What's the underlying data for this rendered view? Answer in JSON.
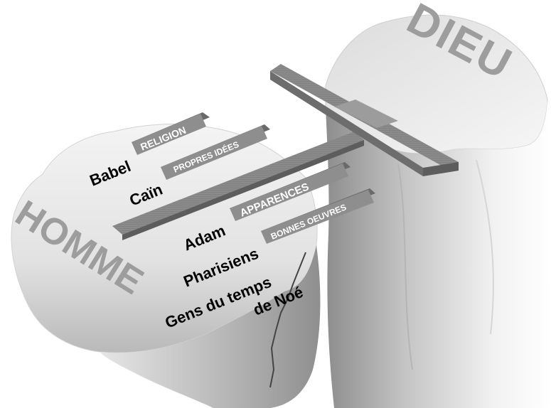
{
  "diagram": {
    "god_label": "DIEU",
    "man_label": "HOMME",
    "bridges": [
      {
        "name": "Babel",
        "attempt": "RELIGION"
      },
      {
        "name": "Caïn",
        "attempt": "PROPRES IDÉES"
      },
      {
        "name": "Adam",
        "attempt": "APPARENCES"
      },
      {
        "name": "Pharisiens",
        "attempt": "BONNES OEUVRES"
      }
    ],
    "extra_names": [
      "Gens du temps",
      "de Noé"
    ]
  },
  "colors": {
    "cliff_light": "#f2f2f2",
    "cliff_dark": "#9a9a9a",
    "plank_top": "#8e8e8e",
    "plank_side": "#5e5e5e",
    "label_text": "#ffffff",
    "big_text": "#9d9d9d",
    "name_text": "#000000"
  }
}
